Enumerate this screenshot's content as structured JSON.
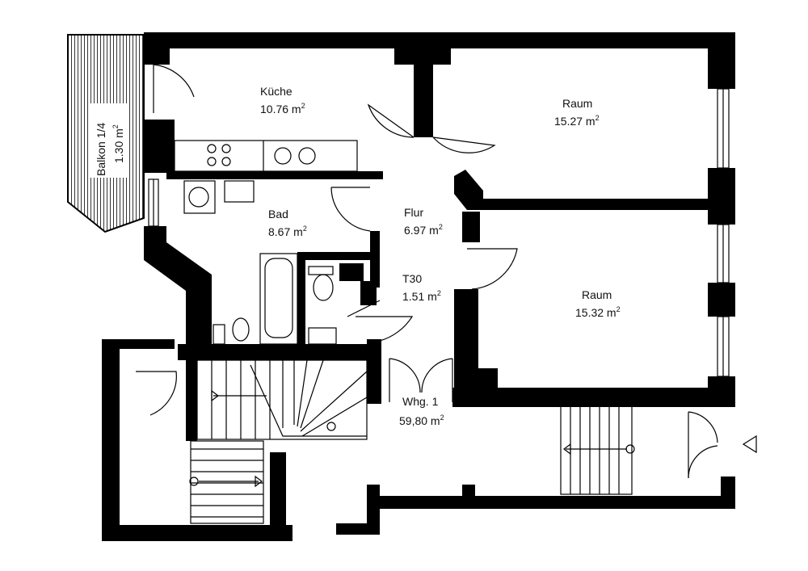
{
  "plan": {
    "rooms": [
      {
        "id": "kueche",
        "name": "Küche",
        "area": "10.76 m",
        "unit_sup": "2"
      },
      {
        "id": "raum1",
        "name": "Raum",
        "area": "15.27 m",
        "unit_sup": "2"
      },
      {
        "id": "bad",
        "name": "Bad",
        "area": "8.67 m",
        "unit_sup": "2"
      },
      {
        "id": "flur",
        "name": "Flur",
        "area": "6.97 m",
        "unit_sup": "2"
      },
      {
        "id": "t30",
        "name": "T30",
        "area": "1.51 m",
        "unit_sup": "2"
      },
      {
        "id": "raum2",
        "name": "Raum",
        "area": "15.32 m",
        "unit_sup": "2"
      },
      {
        "id": "whg",
        "name": "Whg. 1",
        "area": "59,80 m",
        "unit_sup": "2"
      }
    ],
    "balcony": {
      "name": "Balkon 1/4",
      "area": "1.30 m",
      "unit_sup": "2"
    }
  }
}
